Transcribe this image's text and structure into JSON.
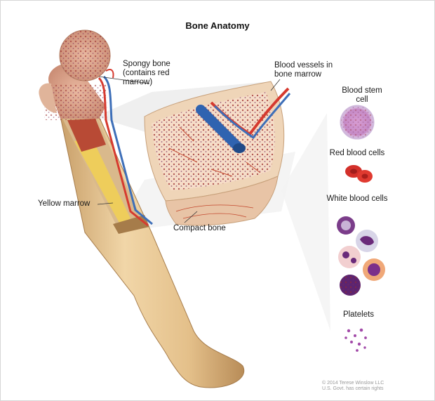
{
  "title": "Bone Anatomy",
  "labels": {
    "spongy_bone": "Spongy bone (contains red marrow)",
    "blood_vessels": "Blood vessels in bone marrow",
    "yellow_marrow": "Yellow marrow",
    "compact_bone": "Compact bone",
    "blood_stem_cell": "Blood stem cell",
    "red_blood_cells": "Red blood cells",
    "white_blood_cells": "White blood cells",
    "platelets": "Platelets"
  },
  "credit": {
    "line1": "© 2014 Terese Winslow LLC",
    "line2": "U.S. Govt. has certain rights"
  },
  "colors": {
    "bone": "#e8c89a",
    "bone_shadow": "#c9a06a",
    "marrow_red": "#b8412e",
    "yellow_marrow": "#f2d35a",
    "artery": "#d63a2f",
    "vein": "#3e6fb8",
    "stem_cell": "#d8a8d8",
    "red_cell": "#d3302a",
    "white_cell": "#6a2a7a",
    "platelet": "#a24aa8"
  }
}
